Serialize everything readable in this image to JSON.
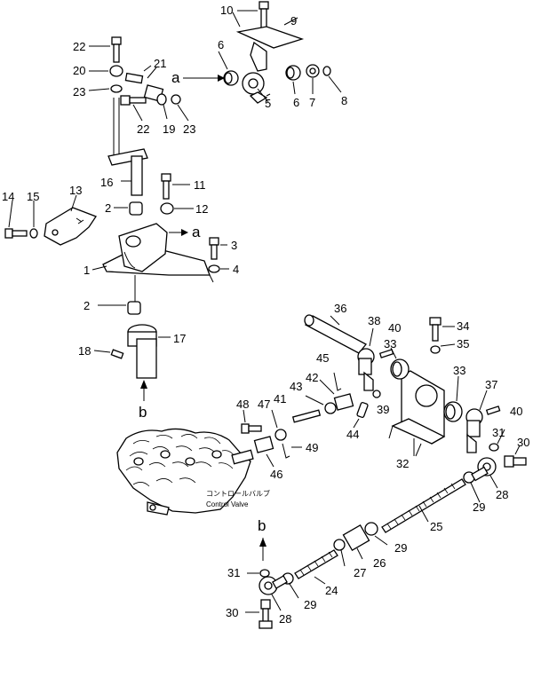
{
  "labels": {
    "n1": "1",
    "n2a": "2",
    "n2b": "2",
    "n3": "3",
    "n4": "4",
    "n5": "5",
    "n6a": "6",
    "n6b": "6",
    "n7": "7",
    "n8": "8",
    "n9": "9",
    "n10": "10",
    "n11": "11",
    "n12": "12",
    "n13": "13",
    "n14": "14",
    "n15": "15",
    "n16": "16",
    "n17": "17",
    "n18": "18",
    "n19": "19",
    "n20": "20",
    "n21": "21",
    "n22a": "22",
    "n22b": "22",
    "n23a": "23",
    "n23b": "23",
    "n24": "24",
    "n25": "25",
    "n26": "26",
    "n27": "27",
    "n28a": "28",
    "n28b": "28",
    "n29a": "29",
    "n29b": "29",
    "n29c": "29",
    "n30a": "30",
    "n30b": "30",
    "n31a": "31",
    "n31b": "31",
    "n32": "32",
    "n33a": "33",
    "n33b": "33",
    "n34": "34",
    "n35": "35",
    "n36": "36",
    "n37": "37",
    "n38": "38",
    "n39": "39",
    "n40a": "40",
    "n40b": "40",
    "n41": "41",
    "n42": "42",
    "n43": "43",
    "n44": "44",
    "n45": "45",
    "n46": "46",
    "n47": "47",
    "n48": "48",
    "n49": "49"
  },
  "refs": {
    "a_top": "a",
    "a_mid": "a",
    "b_low": "b",
    "b_bottom": "b"
  },
  "valve": {
    "label_jp": "コントロールバルブ",
    "label_en": "Control Valve"
  }
}
